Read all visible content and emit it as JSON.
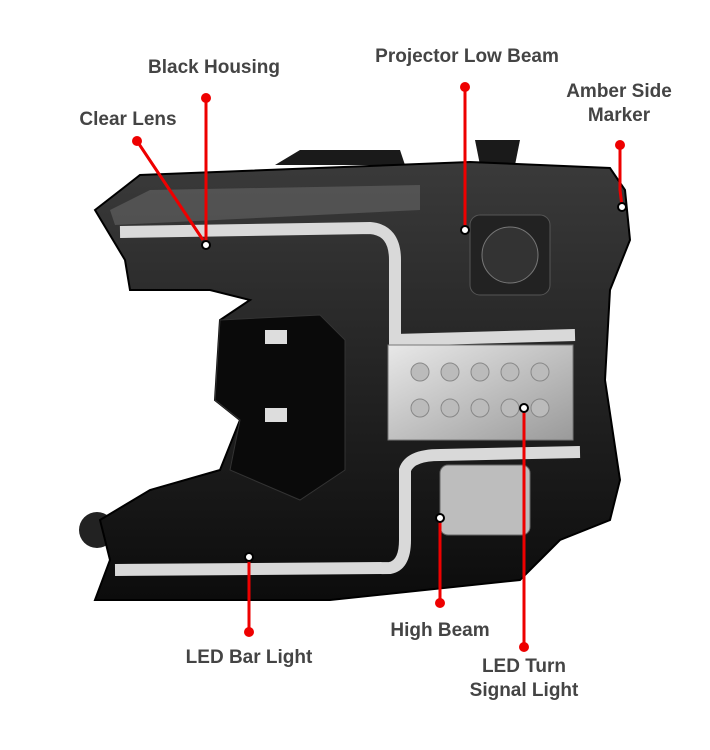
{
  "colors": {
    "callout": "#ee0000",
    "label": "#444444",
    "housing": "#111111"
  },
  "callouts": [
    {
      "label": "Black Housing"
    },
    {
      "label": "Clear Lens"
    },
    {
      "label": "Projector Low Beam"
    },
    {
      "label_line1": "Amber Side",
      "label_line2": "Marker"
    },
    {
      "label": "LED Bar Light"
    },
    {
      "label": "High Beam"
    },
    {
      "label_line1": "LED Turn",
      "label_line2": "Signal Light"
    }
  ]
}
